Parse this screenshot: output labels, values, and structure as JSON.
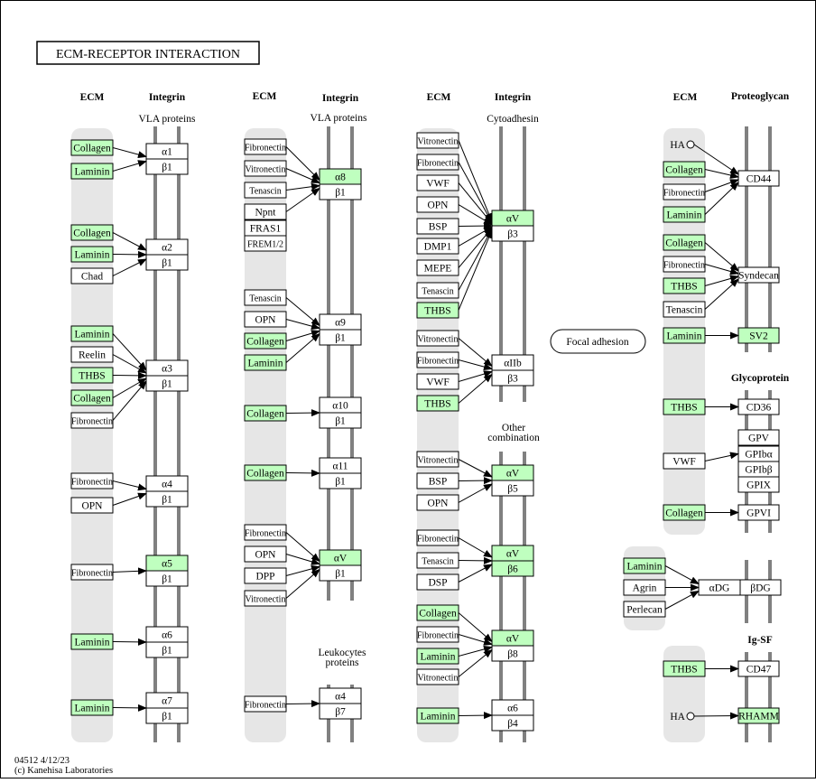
{
  "title": "ECM-RECEPTOR  INTERACTION",
  "footer": {
    "id_date": "04512 4/12/23",
    "copyright": "(c) Kanehisa Laboratories"
  },
  "colors": {
    "highlight": "#bfffbf",
    "band": "#e6e6e6",
    "membrane": "#808080",
    "border": "#000000"
  },
  "headers": {
    "c1": {
      "ecm": "ECM",
      "integrin": "Integrin",
      "sub": "VLA proteins"
    },
    "c2": {
      "ecm": "ECM",
      "integrin": "Integrin",
      "sub": "VLA proteins",
      "sub2a": "Leukocytes",
      "sub2b": "proteins"
    },
    "c3": {
      "ecm": "ECM",
      "integrin": "Integrin",
      "sub": "Cytoadhesin",
      "sub2a": "Other",
      "sub2b": "combination"
    },
    "c4": {
      "ecm": "ECM",
      "proteoglycan": "Proteoglycan",
      "glycoprotein": "Glycoprotein",
      "igsf": "Ig-SF"
    }
  },
  "focal_adhesion": "Focal adhesion",
  "ligands": {
    "c1": [
      "Collagen",
      "Laminin",
      "Collagen",
      "Laminin",
      "Chad",
      "Laminin",
      "Reelin",
      "THBS",
      "Collagen",
      "Fibronectin",
      "Fibronectin",
      "OPN",
      "Fibronectin",
      "Laminin",
      "Laminin"
    ],
    "c2": [
      "Fibronectin",
      "Vitronectin",
      "Tenascin",
      "Npnt",
      "FRAS1",
      "FREM1/2",
      "Tenascin",
      "OPN",
      "Collagen",
      "Laminin",
      "Collagen",
      "Collagen",
      "Fibronectin",
      "OPN",
      "DPP",
      "Vitronectin",
      "Fibronectin"
    ],
    "c3": [
      "Vitronectin",
      "Fibronectin",
      "VWF",
      "OPN",
      "BSP",
      "DMP1",
      "MEPE",
      "Tenascin",
      "THBS",
      "Vitronectin",
      "Fibronectin",
      "VWF",
      "THBS",
      "Vitronectin",
      "BSP",
      "OPN",
      "Fibronectin",
      "Tenascin",
      "DSP",
      "Collagen",
      "Fibronectin",
      "Laminin",
      "Vitronectin",
      "Laminin"
    ],
    "c4": [
      "HA",
      "Collagen",
      "Fibronectin",
      "Laminin",
      "Collagen",
      "Fibronectin",
      "THBS",
      "Tenascin",
      "Laminin",
      "THBS",
      "VWF",
      "Collagen",
      "Laminin",
      "Agrin",
      "Perlecan",
      "THBS",
      "HA"
    ]
  },
  "receptors": {
    "c1": [
      [
        "α1",
        "β1"
      ],
      [
        "α2",
        "β1"
      ],
      [
        "α3",
        "β1"
      ],
      [
        "α4",
        "β1"
      ],
      [
        "α5",
        "β1"
      ],
      [
        "α6",
        "β1"
      ],
      [
        "α7",
        "β1"
      ]
    ],
    "c2": [
      [
        "α8",
        "β1"
      ],
      [
        "α9",
        "β1"
      ],
      [
        "α10",
        "β1"
      ],
      [
        "α11",
        "β1"
      ],
      [
        "αV",
        "β1"
      ],
      [
        "α4",
        "β7"
      ]
    ],
    "c3": [
      [
        "αV",
        "β3"
      ],
      [
        "αIIb",
        "β3"
      ],
      [
        "αV",
        "β5"
      ],
      [
        "αV",
        "β6"
      ],
      [
        "αV",
        "β8"
      ],
      [
        "α6",
        "β4"
      ]
    ],
    "c4": [
      "CD44",
      "Syndecan",
      "SV2",
      "CD36",
      "GPV",
      "GPIbα",
      "GPIbβ",
      "GPIX",
      "GPVI",
      "αDG",
      "βDG",
      "CD47",
      "RHAMM"
    ]
  }
}
